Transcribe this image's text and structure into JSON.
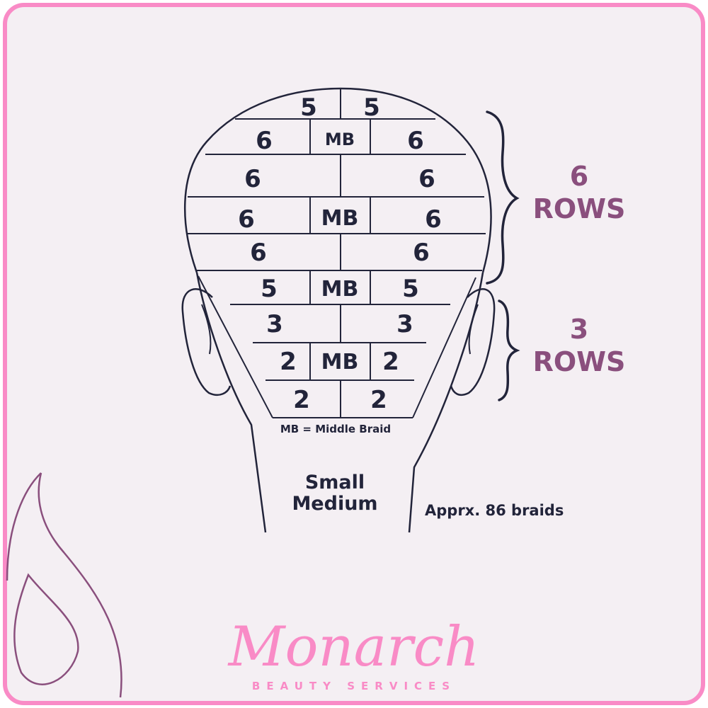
{
  "rows": [
    [
      "5",
      "5"
    ],
    [
      "6",
      "MB",
      "6"
    ],
    [
      "6",
      "6"
    ],
    [
      "6",
      "MB",
      "6"
    ],
    [
      "6",
      "6"
    ],
    [
      "5",
      "MB",
      "5"
    ],
    [
      "3",
      "3"
    ],
    [
      "2",
      "MB",
      "2"
    ],
    [
      "2",
      "2"
    ]
  ],
  "legend": "MB = Middle Braid",
  "size_label_1": "Small",
  "size_label_2": "Medium",
  "count": "Apprx. 86 braids",
  "group_top": {
    "number": "6",
    "word": "ROWS"
  },
  "group_bottom": {
    "number": "3",
    "word": "ROWS"
  },
  "logo": {
    "name": "Monarch",
    "tagline": "BEAUTY SERVICES"
  },
  "colors": {
    "border": "#f98bc6",
    "background": "#f4eff3",
    "ink": "#22243a",
    "accent": "#8a4f7d"
  }
}
